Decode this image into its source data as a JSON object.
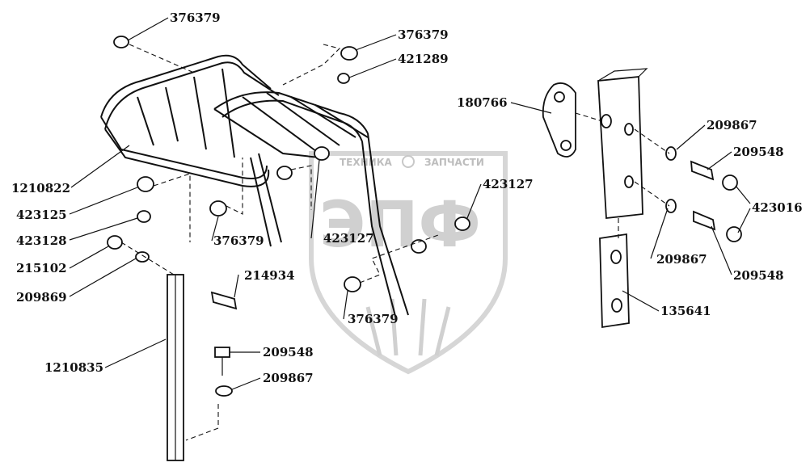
{
  "watermark": {
    "brand": "ЭПФ",
    "left_text": "ТЕХНИКА",
    "right_text": "ЗАПЧАСТИ"
  },
  "labels": {
    "l376379_top": "376379",
    "l376379_right": "376379",
    "l421289": "421289",
    "l180766": "180766",
    "l209867_a": "209867",
    "l209548_a": "209548",
    "l1210822": "1210822",
    "l423127_right": "423127",
    "l423016": "423016",
    "l423125": "423125",
    "l376379_mid": "376379",
    "l423127_mid": "423127",
    "l423128": "423128",
    "l209867_b": "209867",
    "l209548_b": "209548",
    "l215102": "215102",
    "l214934": "214934",
    "l209869": "209869",
    "l376379_low": "376379",
    "l135641": "135641",
    "l209548_c": "209548",
    "l1210835": "1210835",
    "l209867_c": "209867"
  }
}
